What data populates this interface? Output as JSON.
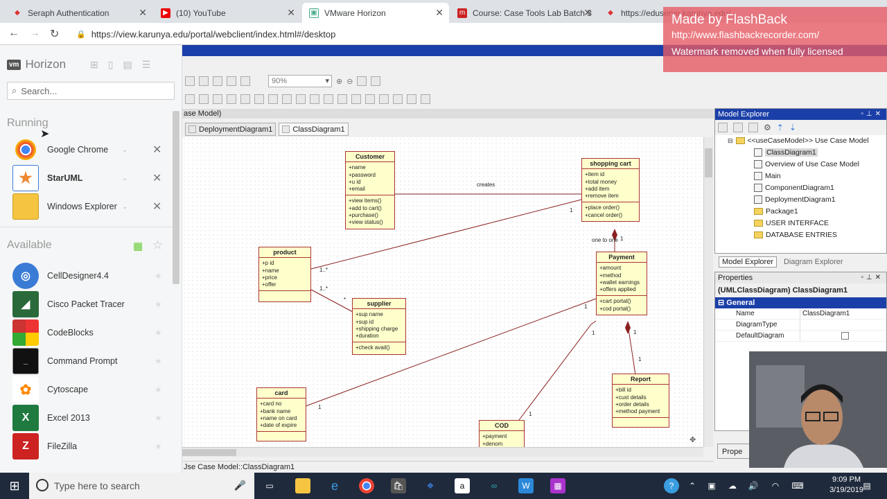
{
  "browser": {
    "tabs": [
      {
        "label": "Seraph Authentication",
        "icon": "chrome-red-icon",
        "active": false
      },
      {
        "label": "(10) YouTube",
        "icon": "youtube-icon",
        "active": false
      },
      {
        "label": "VMware Horizon",
        "icon": "horizon-icon",
        "active": true
      },
      {
        "label": "Course: Case Tools Lab Batch 3",
        "icon": "moodle-icon",
        "active": false
      },
      {
        "label": "https://eduserve.karunya.edu/",
        "icon": "chrome-red-icon",
        "active": false
      }
    ],
    "url": "https://view.karunya.edu/portal/webclient/index.html#/desktop"
  },
  "watermark": {
    "title": "Made by FlashBack",
    "url": "http://www.flashbackrecorder.com/",
    "note": "Watermark removed when fully licensed"
  },
  "horizon": {
    "brand": "Horizon",
    "search_placeholder": "Search...",
    "running_heading": "Running",
    "available_heading": "Available",
    "running": [
      {
        "label": "Google Chrome",
        "icon": "chrome-icon"
      },
      {
        "label": "StarUML",
        "icon": "staruml-icon"
      },
      {
        "label": "Windows Explorer",
        "icon": "folder-icon"
      }
    ],
    "available": [
      {
        "label": "CellDesigner4.4",
        "icon": "celldesigner-icon"
      },
      {
        "label": "Cisco Packet Tracer",
        "icon": "packet-tracer-icon"
      },
      {
        "label": "CodeBlocks",
        "icon": "codeblocks-icon"
      },
      {
        "label": "Command Prompt",
        "icon": "cmd-icon"
      },
      {
        "label": "Cytoscape",
        "icon": "cytoscape-icon"
      },
      {
        "label": "Excel 2013",
        "icon": "excel-icon"
      },
      {
        "label": "FileZilla",
        "icon": "filezilla-icon"
      }
    ]
  },
  "staruml": {
    "zoom": "90%",
    "breadcrumb": "ase Model)",
    "doc_tabs": [
      "DeploymentDiagram1",
      "ClassDiagram1"
    ],
    "status": "Jse Case Model::ClassDiagram1",
    "classes": [
      {
        "name": "Customer",
        "attrs": [
          "+name",
          "+password",
          "+u id",
          "+email"
        ],
        "ops": [
          "+view items()",
          "+add to cart()",
          "+purchase()",
          "+view status()"
        ]
      },
      {
        "name": "shopping cart",
        "attrs": [
          "+item id",
          "+total money",
          "+add item",
          "+remove item"
        ],
        "ops": [
          "+place order()",
          "+cancel order()"
        ]
      },
      {
        "name": "product",
        "attrs": [
          "+p id",
          "+name",
          "+price",
          "+offer"
        ],
        "ops": []
      },
      {
        "name": "Payment",
        "attrs": [
          "+amount",
          "+method",
          "+wallet earnings",
          "+offers applied"
        ],
        "ops": [
          "+cart portal()",
          "+cod portal()"
        ]
      },
      {
        "name": "supplier",
        "attrs": [
          "+sup name",
          "+sup id",
          "+shipping charge",
          "+duration"
        ],
        "ops": [
          "+check avail()"
        ]
      },
      {
        "name": "Report",
        "attrs": [
          "+bill id",
          "+cust details",
          "+order details",
          "+method payment"
        ],
        "ops": []
      },
      {
        "name": "card",
        "attrs": [
          "+card no",
          "+bank name",
          "+name on card",
          "+date of expire"
        ],
        "ops": []
      },
      {
        "name": "COD",
        "attrs": [
          "+payment",
          "+denom"
        ],
        "ops": []
      }
    ],
    "assoc_labels": {
      "creates": "creates",
      "one_to_one": "one to one",
      "m1": "1",
      "m1star": "1..*",
      "star": "*"
    },
    "model_explorer": {
      "title": "Model Explorer",
      "nodes": [
        {
          "label": "<<useCaseModel>> Use Case Model",
          "type": "model"
        },
        {
          "label": "ClassDiagram1",
          "type": "diagram",
          "selected": true
        },
        {
          "label": "Overview of Use Case Model",
          "type": "diagram"
        },
        {
          "label": "Main",
          "type": "diagram"
        },
        {
          "label": "ComponentDiagram1",
          "type": "diagram"
        },
        {
          "label": "DeploymentDiagram1",
          "type": "diagram"
        },
        {
          "label": "Package1",
          "type": "folder"
        },
        {
          "label": "USER INTERFACE",
          "type": "folder"
        },
        {
          "label": "DATABASE ENTRIES",
          "type": "folder"
        }
      ],
      "tabs": [
        "Model Explorer",
        "Diagram Explorer"
      ]
    },
    "properties": {
      "title": "Properties",
      "object": "(UMLClassDiagram) ClassDiagram1",
      "group": "General",
      "rows": [
        {
          "key": "Name",
          "value": "ClassDiagram1"
        },
        {
          "key": "DiagramType",
          "value": ""
        },
        {
          "key": "DefaultDiagram",
          "value": ""
        }
      ],
      "tab": "Prope"
    }
  },
  "taskbar": {
    "search_placeholder": "Type here to search",
    "time": "9:09 PM",
    "date": "3/19/2019"
  }
}
